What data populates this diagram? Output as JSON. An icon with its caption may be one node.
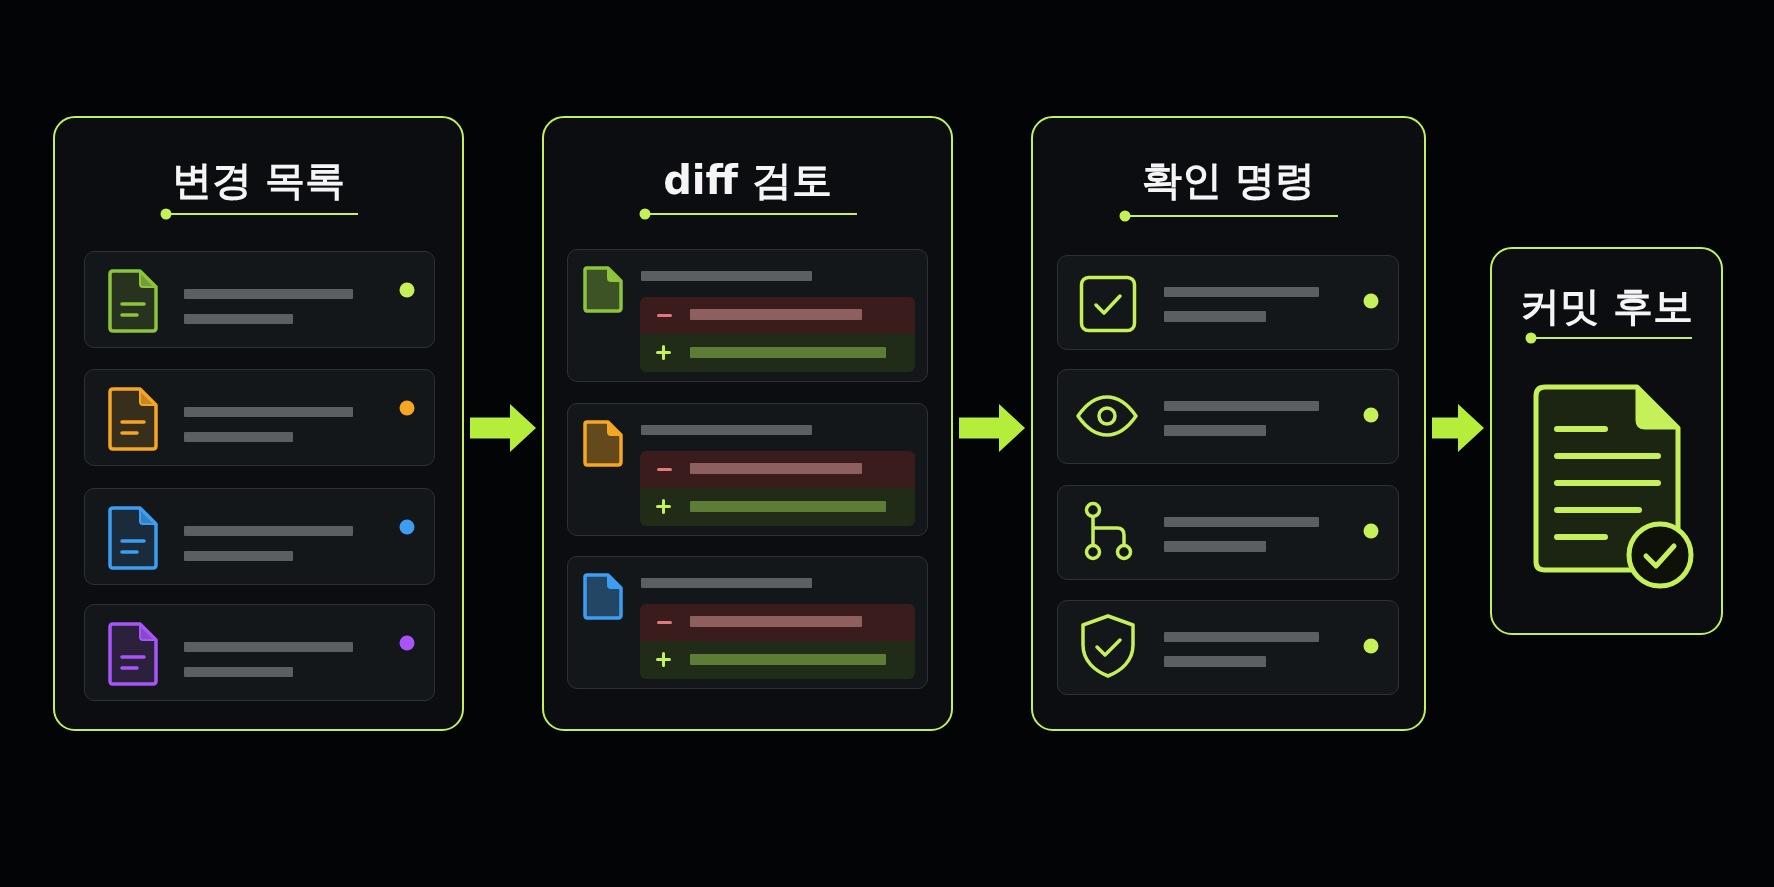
{
  "diagram": {
    "nodes": [
      {
        "text": [
          "변경 목록"
        ]
      },
      {
        "text": [
          "diff 검토"
        ]
      },
      {
        "text": [
          "확인 명령"
        ]
      },
      {
        "text": [
          "커밋 후보"
        ]
      }
    ],
    "edges": [
      {
        "from": 0,
        "to": 1,
        "arrow": "to"
      },
      {
        "from": 1,
        "to": 2,
        "arrow": "to"
      },
      {
        "from": 2,
        "to": 3,
        "arrow": "to"
      }
    ]
  }
}
